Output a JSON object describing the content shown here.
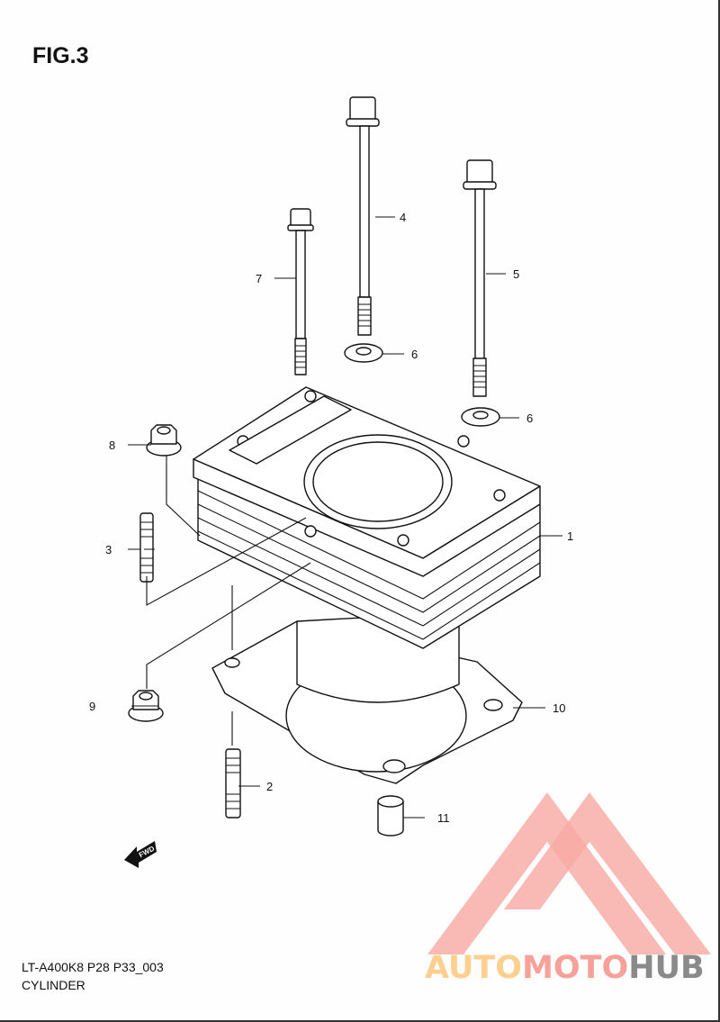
{
  "figure_label": "FIG.3",
  "diagram_code": "LT-A400K8 P28 P33_003",
  "diagram_title": "CYLINDER",
  "direction_marker": "FWD",
  "callouts": [
    "1",
    "2",
    "3",
    "4",
    "5",
    "6",
    "6",
    "7",
    "8",
    "9",
    "10",
    "11"
  ],
  "watermark": {
    "part1": "AUTO",
    "part2": "MOTO",
    "part3": "HUB",
    "color1": "#ffcf8f",
    "color2": "#f8a09a",
    "color3": "#8a8a8a"
  }
}
